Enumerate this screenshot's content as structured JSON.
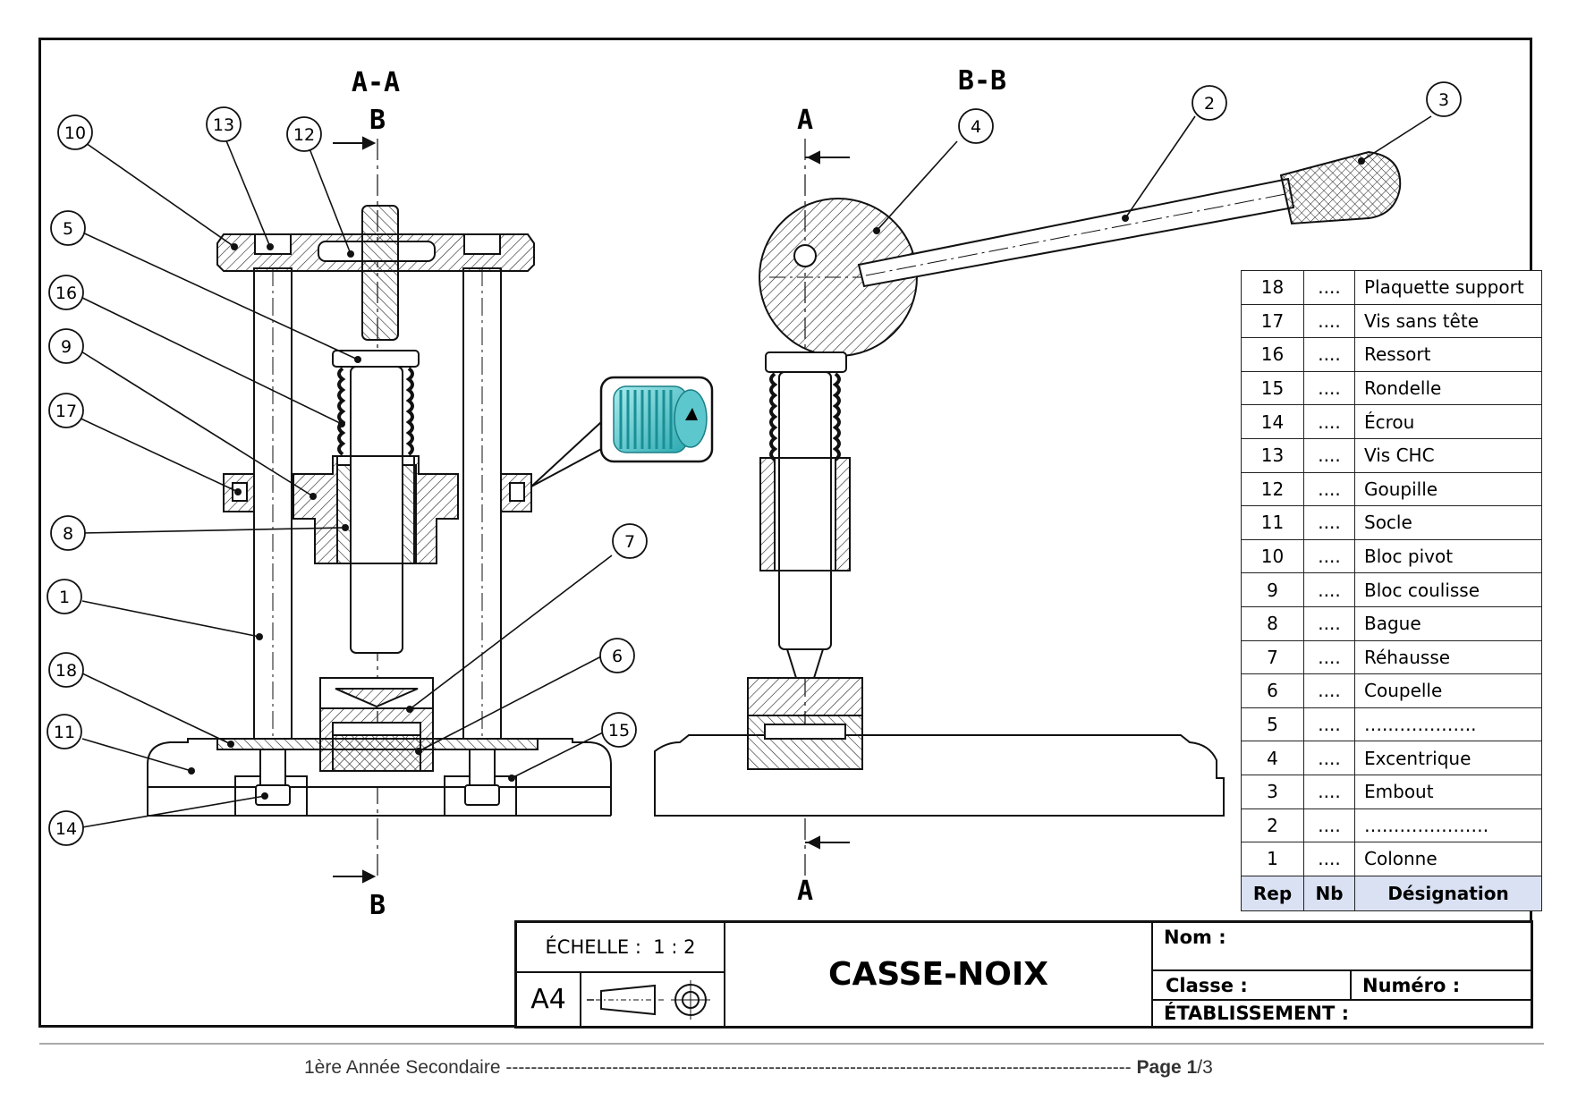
{
  "views": {
    "section_aa": "A-A",
    "section_bb": "B-B"
  },
  "cut_marks": {
    "b_top": "B",
    "b_bottom": "B",
    "a_top": "A",
    "a_bottom": "A"
  },
  "balloons_left": [
    "10",
    "13",
    "12",
    "5",
    "16",
    "9",
    "17",
    "8",
    "1",
    "18",
    "11",
    "14",
    "7",
    "6",
    "15"
  ],
  "balloons_right": [
    "4",
    "2",
    "3"
  ],
  "nomenclature": {
    "headers": {
      "rep": "Rep",
      "nb": "Nb",
      "designation": "Désignation"
    },
    "rows": [
      {
        "rep": "18",
        "nb": "....",
        "designation": "Plaquette  support"
      },
      {
        "rep": "17",
        "nb": "....",
        "designation": "Vis sans tête"
      },
      {
        "rep": "16",
        "nb": "....",
        "designation": "Ressort"
      },
      {
        "rep": "15",
        "nb": "....",
        "designation": "Rondelle"
      },
      {
        "rep": "14",
        "nb": "....",
        "designation": "Écrou"
      },
      {
        "rep": "13",
        "nb": "....",
        "designation": "Vis CHC"
      },
      {
        "rep": "12",
        "nb": "....",
        "designation": "Goupille"
      },
      {
        "rep": "11",
        "nb": "....",
        "designation": "Socle"
      },
      {
        "rep": "10",
        "nb": "....",
        "designation": "Bloc pivot"
      },
      {
        "rep": "9",
        "nb": "....",
        "designation": "Bloc coulisse"
      },
      {
        "rep": "8",
        "nb": "....",
        "designation": "Bague"
      },
      {
        "rep": "7",
        "nb": "....",
        "designation": "Réhausse"
      },
      {
        "rep": "6",
        "nb": "....",
        "designation": "Coupelle"
      },
      {
        "rep": "5",
        "nb": "....",
        "designation": "…..………….."
      },
      {
        "rep": "4",
        "nb": "....",
        "designation": "Excentrique"
      },
      {
        "rep": "3",
        "nb": "....",
        "designation": "Embout"
      },
      {
        "rep": "2",
        "nb": "....",
        "designation": "…..……………."
      },
      {
        "rep": "1",
        "nb": "....",
        "designation": "Colonne"
      }
    ]
  },
  "cartouche": {
    "scale_label": "ÉCHELLE :  1 : 2",
    "format": "A4",
    "title": "CASSE-NOIX",
    "nom_label": "Nom :",
    "classe_label": "Classe :",
    "numero_label": "Numéro :",
    "etablissement_label": "ÉTABLISSEMENT :"
  },
  "footer": {
    "level": "1ère Année Secondaire",
    "dashes": "----------------------------------------------------------------------------------------------------",
    "page_word": "Page",
    "page_num": "1",
    "page_total": "/3"
  }
}
